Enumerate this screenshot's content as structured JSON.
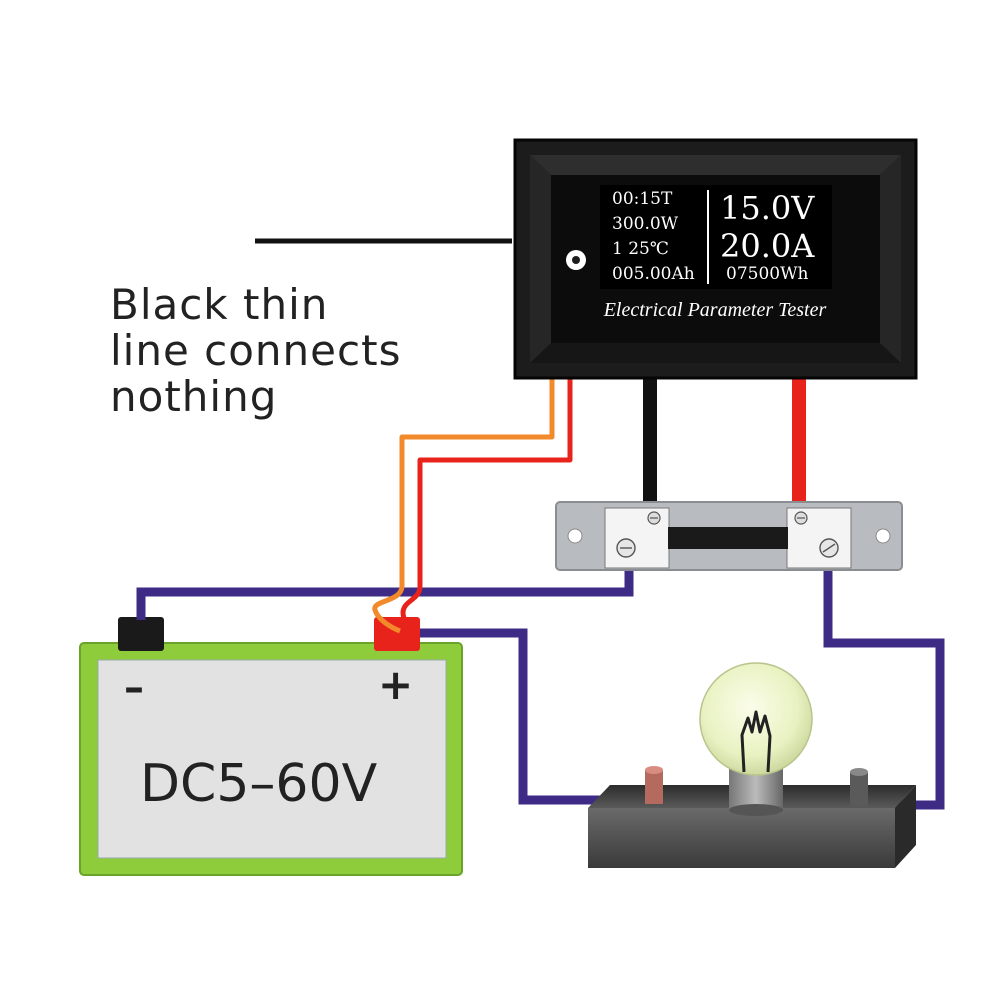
{
  "annotation": {
    "lines": [
      "Black  thin",
      "line connects",
      "nothing"
    ]
  },
  "meter": {
    "left_readings": [
      "00:15T",
      "300.0W",
      "1   25℃",
      "005.00Ah"
    ],
    "main_voltage": "15.0V",
    "main_current": "20.0A",
    "energy": "07500Wh",
    "caption": "Electrical Parameter Tester"
  },
  "battery": {
    "negative_symbol": "–",
    "positive_symbol": "+",
    "label": "DC5–60V"
  },
  "colors": {
    "battery_frame": "#8fcc3c",
    "battery_face": "#e2e2e2",
    "wire_main": "#3d2b86",
    "wire_red": "#e8231c",
    "wire_orange": "#f2892a",
    "meter_case": "#1c1c1c",
    "shunt": "#b8bcc0",
    "bulb_glow": "#eef5c8",
    "lamp_base": "#444444"
  },
  "icons": [
    "screw-terminal-icon",
    "light-bulb-icon",
    "mounting-hole-icon"
  ]
}
